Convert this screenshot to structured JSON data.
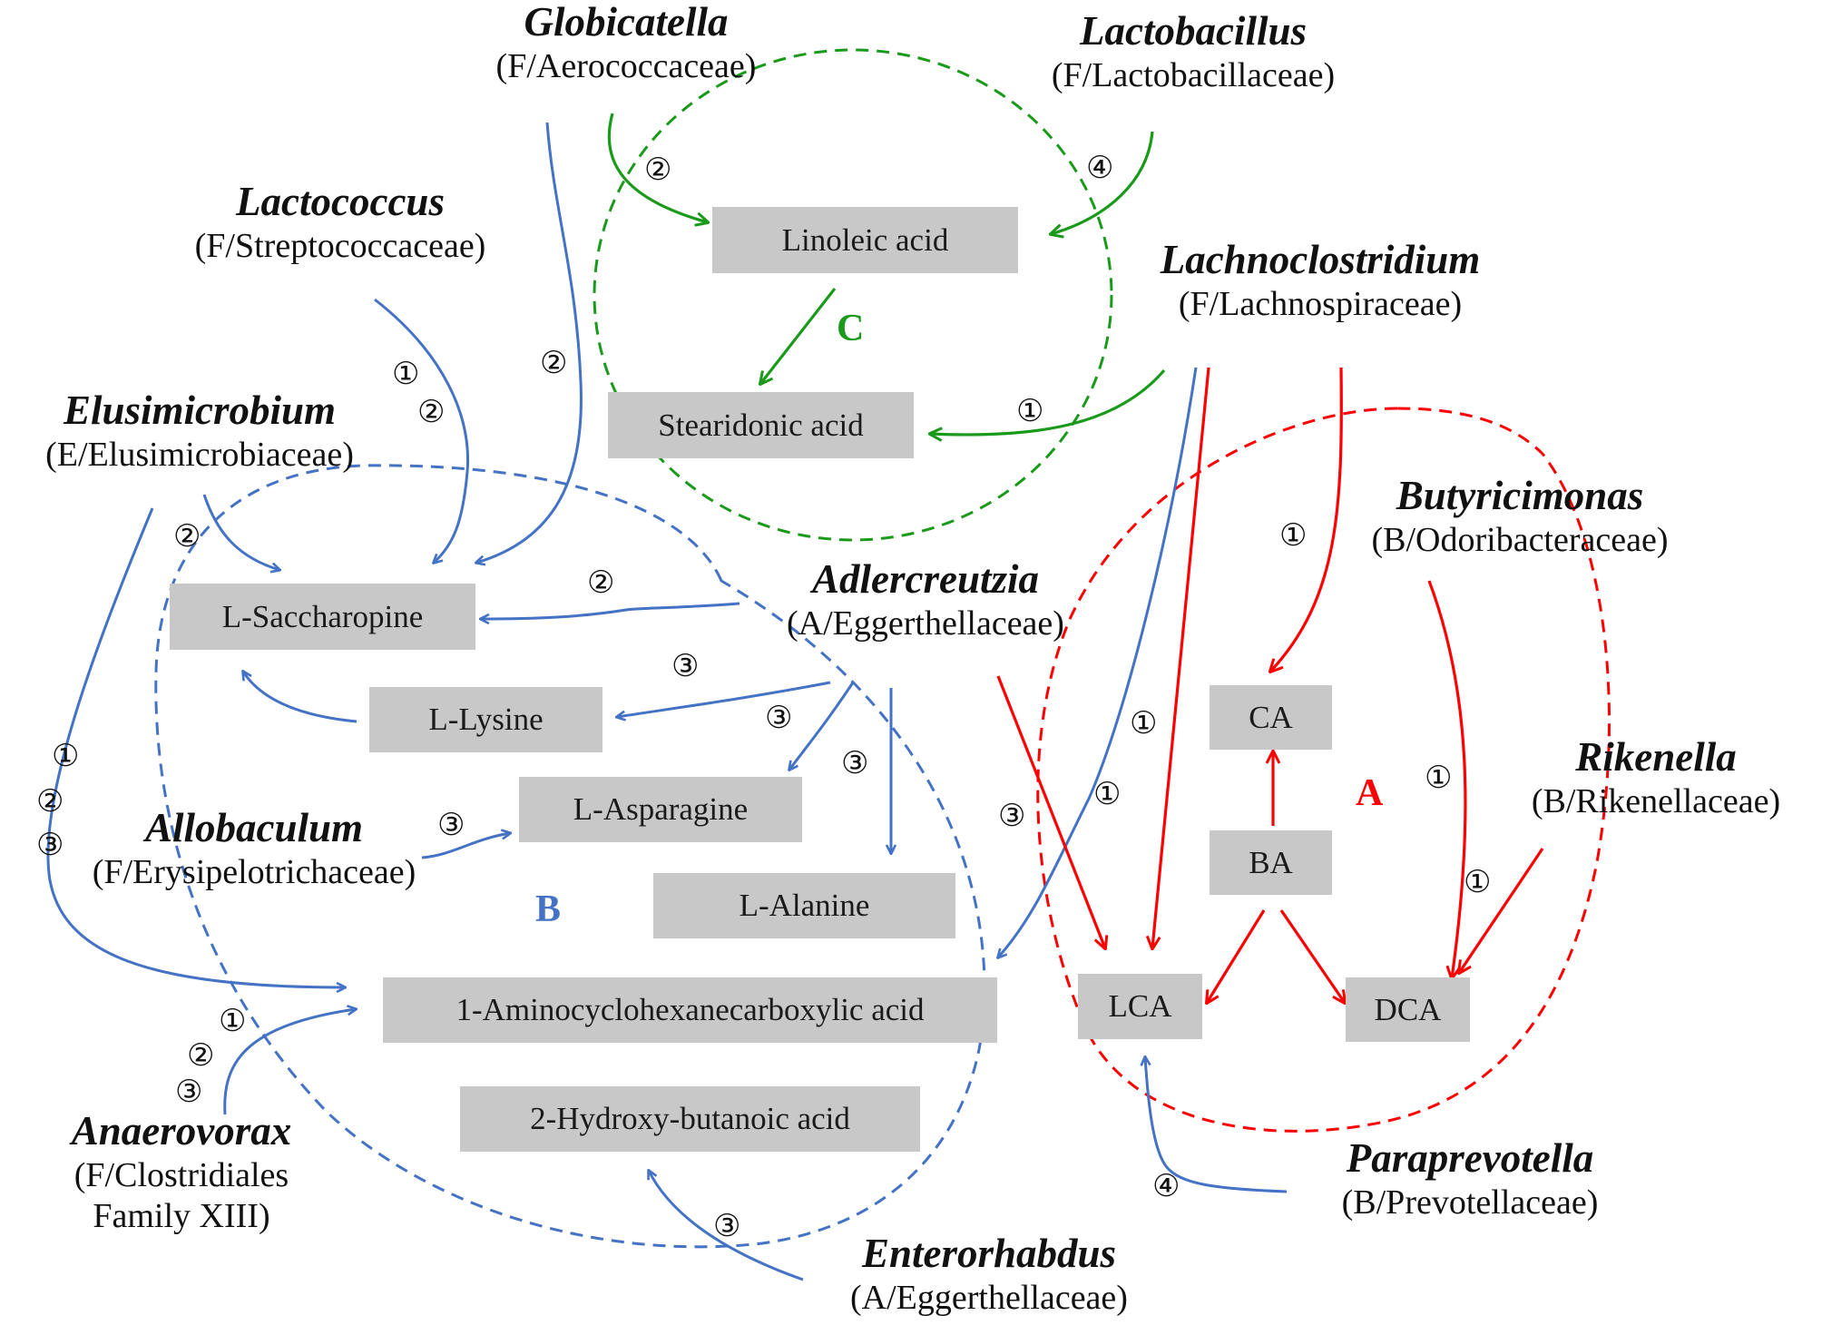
{
  "colors": {
    "A": "#ff0000",
    "B": "#4472c4",
    "C": "#1a9a1a",
    "box": "#c8c8c8"
  },
  "regions": {
    "A": "A",
    "B": "B",
    "C": "C"
  },
  "metabolites": {
    "linoleic": "Linoleic acid",
    "stearidonic": "Stearidonic acid",
    "saccharopine": "L-Saccharopine",
    "lysine": "L-Lysine",
    "asparagine": "L-Asparagine",
    "alanine": "L-Alanine",
    "amino": "1-Aminocyclohexanecarboxylic acid",
    "hydroxy": "2-Hydroxy-butanoic acid",
    "ca": "CA",
    "ba": "BA",
    "lca": "LCA",
    "dca": "DCA"
  },
  "taxa": {
    "globicatella": {
      "genus": "Globicatella",
      "family": "(F/Aerococcaceae)"
    },
    "lactobacillus": {
      "genus": "Lactobacillus",
      "family": "(F/Lactobacillaceae)"
    },
    "lactococcus": {
      "genus": "Lactococcus",
      "family": "(F/Streptococcaceae)"
    },
    "lachnoclostridium": {
      "genus": "Lachnoclostridium",
      "family": "(F/Lachnospiraceae)"
    },
    "elusimicrobium": {
      "genus": "Elusimicrobium",
      "family": "(E/Elusimicrobiaceae)"
    },
    "butyricimonas": {
      "genus": "Butyricimonas",
      "family": "(B/Odoribacteraceae)"
    },
    "adlercreutzia": {
      "genus": "Adlercreutzia",
      "family": "(A/Eggerthellaceae)"
    },
    "rikenella": {
      "genus": "Rikenella",
      "family": "(B/Rikenellaceae)"
    },
    "allobaculum": {
      "genus": "Allobaculum",
      "family": "(F/Erysipelotrichaceae)"
    },
    "anaerovorax": {
      "genus": "Anaerovorax",
      "family_line1": "(F/Clostridiales",
      "family_line2": "Family XIII)"
    },
    "paraprevotella": {
      "genus": "Paraprevotella",
      "family": "(B/Prevotellaceae)"
    },
    "enterorhabdus": {
      "genus": "Enterorhabdus",
      "family": "(A/Eggerthellaceae)"
    }
  },
  "markers": {
    "c1": "①",
    "c2": "②",
    "c3": "③",
    "c4": "④"
  }
}
